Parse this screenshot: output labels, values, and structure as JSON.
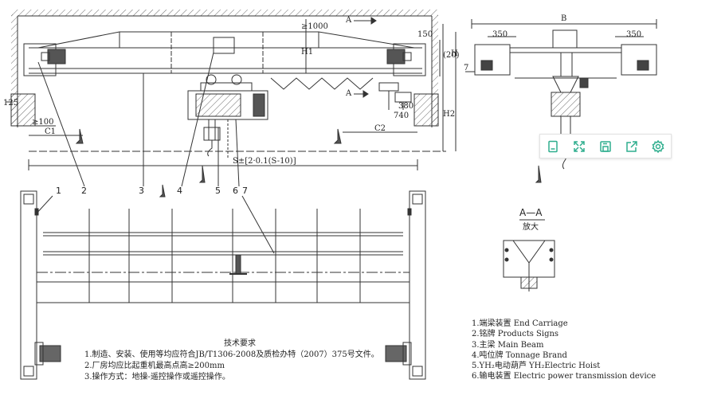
{
  "main_view": {
    "title_dims": {
      "span": "S±[2·0.1(S-10)]",
      "c1": "C1",
      "c2": "C2",
      "h1": "H1",
      "h2": "H2",
      "h": "H",
      "d100": "≥100",
      "d125": "125",
      "d740": "740",
      "d380": "380",
      "d20": "(20)",
      "d1000": "≥1000",
      "d150": "150"
    },
    "section_marker_top": "A",
    "section_marker_bottom": "A"
  },
  "part_callouts": [
    "1",
    "2",
    "3",
    "4",
    "5",
    "6",
    "7"
  ],
  "side_view": {
    "b_label": "B",
    "d350_left": "350",
    "d350_right": "350",
    "d7": "7"
  },
  "section_view": {
    "title": "A—A",
    "subtitle": "放大"
  },
  "notes": {
    "title": "技术要求",
    "lines": [
      "1.制造、安装、使用等均应符合JB/T1306-2008及质检办特（2007）375号文件。",
      "2.厂房均应比起重机最高点高≥200mm",
      "3.操作方式：地操-遥控操作或遥控操作。"
    ]
  },
  "legend": [
    "1.端梁装置 End Carriage",
    "2.铭牌 Products Signs",
    "3.主梁 Main Beam",
    "4.吨位牌 Tonnage Brand",
    "5.YH₂电动葫芦 YH₂Electric Hoist",
    "6.输电装置 Electric power transmission device"
  ],
  "toolbar": {
    "buttons": [
      {
        "name": "fit-page-icon"
      },
      {
        "name": "fullscreen-icon"
      },
      {
        "name": "save-icon"
      },
      {
        "name": "share-icon"
      },
      {
        "name": "settings-icon"
      }
    ],
    "accent": "#2fae8e"
  }
}
